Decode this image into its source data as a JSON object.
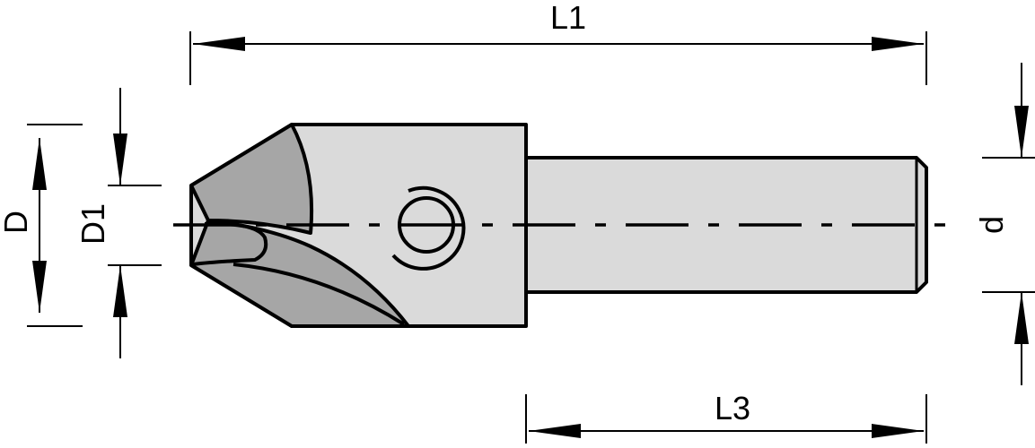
{
  "labels": {
    "L1": "L1",
    "L3": "L3",
    "D": "D",
    "D1": "D1",
    "d": "d"
  },
  "colors": {
    "line": "#000000",
    "body_fill": "#dadada",
    "flute_fill": "#a6a6a6",
    "background": "#ffffff"
  },
  "icons": {
    "rotation_symbol": "rotation-arrow-icon"
  }
}
